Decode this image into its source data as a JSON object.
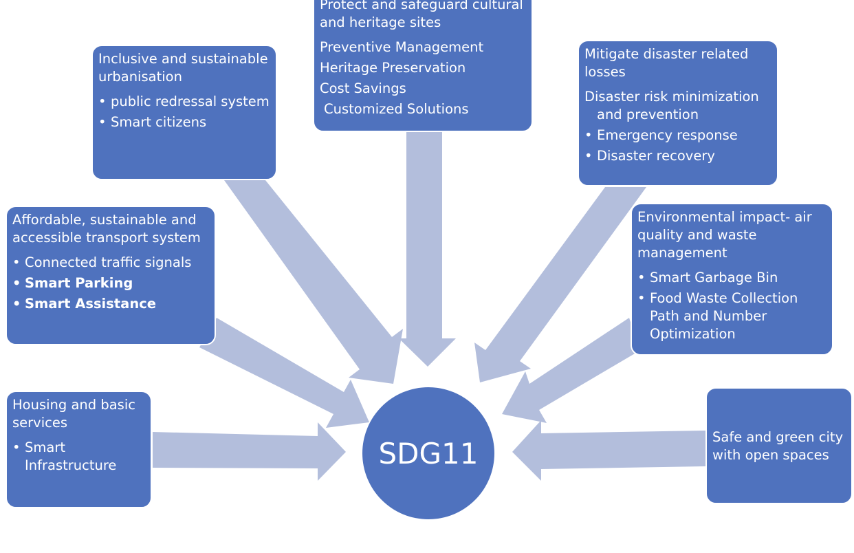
{
  "center": {
    "label": "SDG11"
  },
  "boxes": {
    "cultural": {
      "title": "Protect and safeguard cultural and heritage sites",
      "items": [
        "Preventive Management",
        "Heritage Preservation",
        "Cost Savings",
        "Customized Solutions"
      ]
    },
    "urbanisation": {
      "title": "Inclusive and sustainable urbanisation",
      "items": [
        "public redressal system",
        "Smart citizens"
      ]
    },
    "disaster": {
      "title": "Mitigate disaster related losses",
      "items": [
        "Disaster risk minimization and prevention",
        "Emergency response",
        "Disaster recovery"
      ]
    },
    "transport": {
      "title": "Affordable, sustainable and accessible transport system",
      "items": [
        "Connected traffic signals",
        "Smart Parking",
        "Smart Assistance"
      ]
    },
    "environment": {
      "title": "Environmental impact- air quality and waste management",
      "items": [
        "Smart Garbage Bin",
        "Food Waste Collection Path and Number Optimization"
      ]
    },
    "housing": {
      "title": "Housing and basic services",
      "items": [
        "Smart Infrastructure"
      ]
    },
    "green": {
      "title": "Safe and green city with open spaces"
    }
  },
  "colors": {
    "box": "#4f72be",
    "arrow": "#b3bedc",
    "text": "#ffffff"
  }
}
